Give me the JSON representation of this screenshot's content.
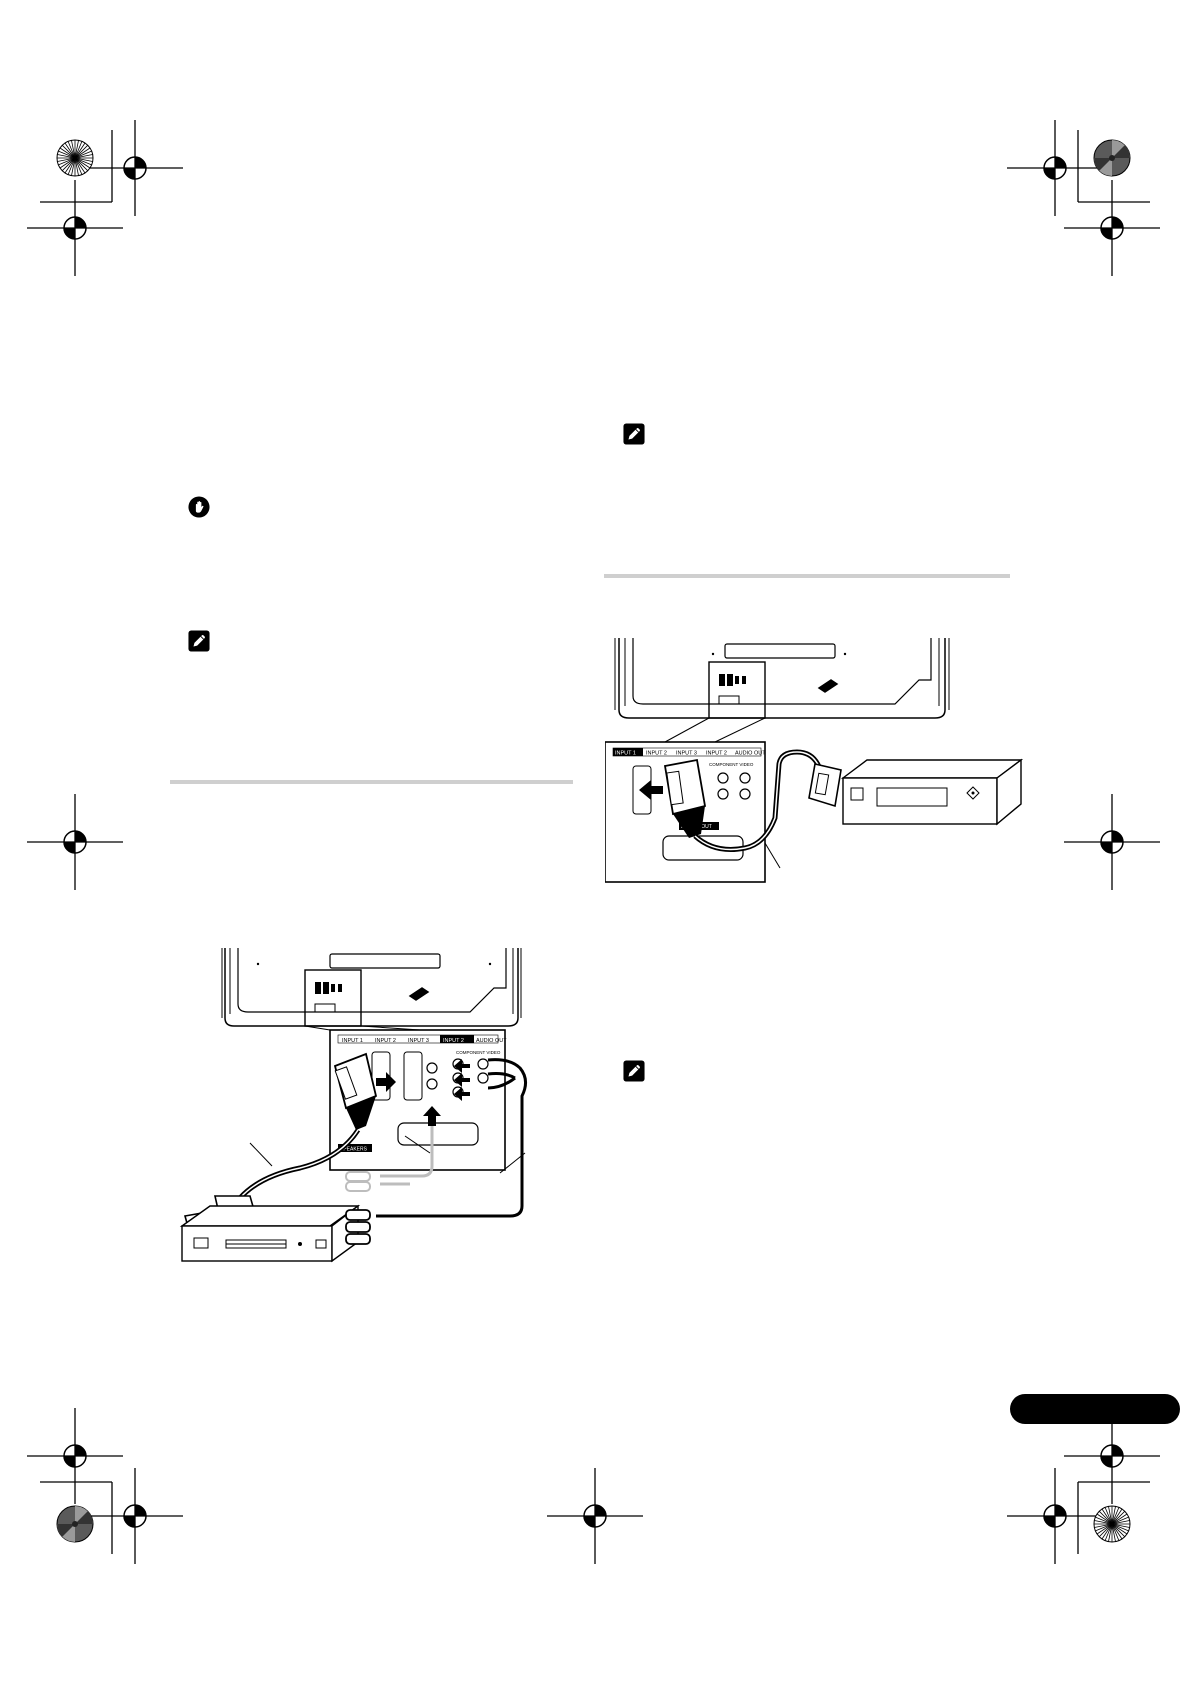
{
  "page": {
    "background": "#ffffff",
    "ink": "#000000",
    "rule_color": "#cfcfcf",
    "page_tab_color": "#000000"
  },
  "icons": {
    "caution": "caution-hand-icon",
    "note": "note-pencil-icon",
    "registration": "registration-crosshair-icon",
    "color_target": "color-registration-wheel-icon"
  },
  "diagrams": {
    "dvd_connection": {
      "panel_labels": [
        "INPUT 1",
        "INPUT 2",
        "INPUT 3",
        "INPUT 2",
        "AUDIO OUT"
      ],
      "sub_labels": [
        "COMPONENT VIDEO",
        "SPEAKERS"
      ]
    },
    "vcr_connection": {
      "panel_labels": [
        "INPUT 1",
        "INPUT 2",
        "INPUT 3",
        "INPUT 2",
        "AUDIO OUT"
      ],
      "sub_labels": [
        "COMPONENT VIDEO",
        "DIGITAL OUT"
      ]
    }
  }
}
